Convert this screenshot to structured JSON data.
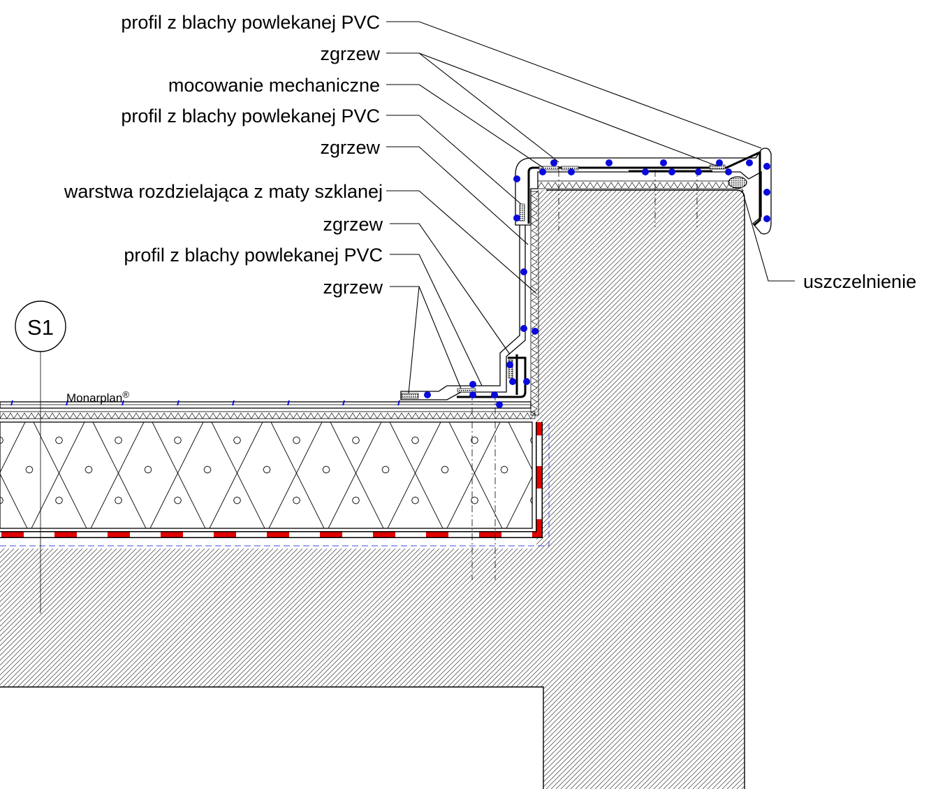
{
  "labels": {
    "l1": "profil z blachy powlekanej PVC",
    "l2": "zgrzew",
    "l3": "mocowanie mechaniczne",
    "l4": "profil z blachy powlekanej PVC",
    "l5": "zgrzew",
    "l6": "warstwa rozdzielająca z maty szklanej",
    "l7": "zgrzew",
    "l8": "profil z blachy powlekanej PVC",
    "l9": "zgrzew",
    "r1": "uszczelnienie"
  },
  "section_tag": "S1",
  "brand": {
    "name": "Monarplan",
    "mark": "®"
  },
  "colors": {
    "line": "#000000",
    "fastener_dot": "#0a0adb",
    "vapour_barrier": "#e00000",
    "hatch": "#000000"
  }
}
